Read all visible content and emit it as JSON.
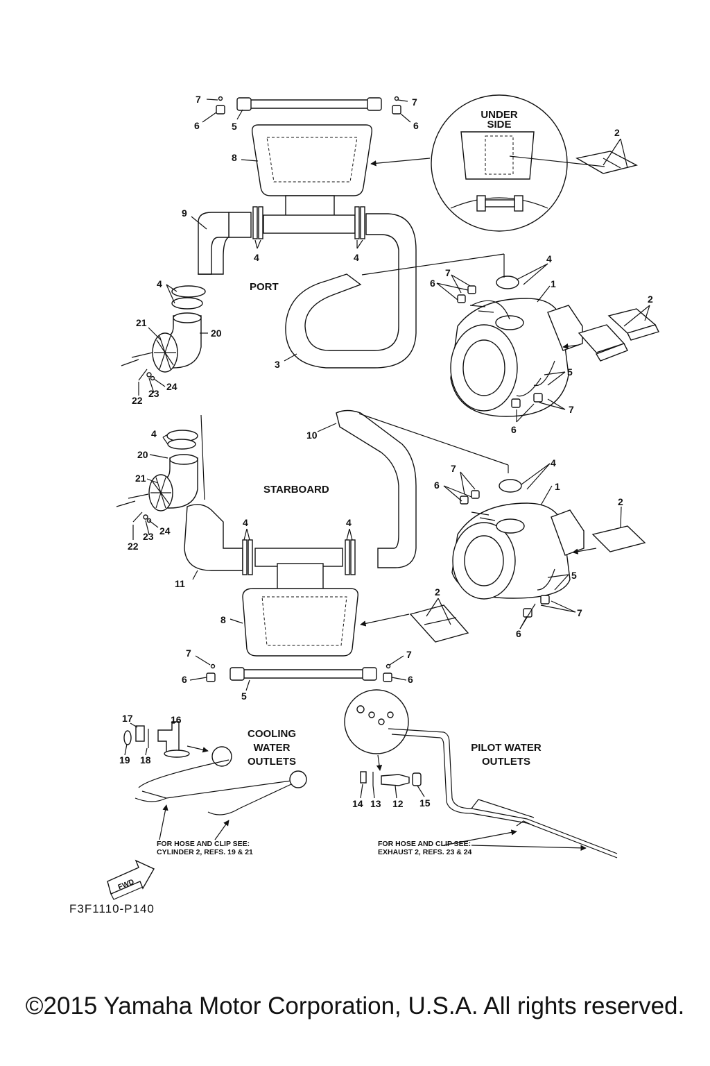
{
  "sections": {
    "under_side": "UNDER\nSIDE",
    "port": "PORT",
    "starboard": "STARBOARD",
    "cooling_water_outlets": "COOLING\nWATER\nOUTLETS",
    "pilot_water_outlets": "PILOT WATER\nOUTLETS",
    "fwd": "FWD"
  },
  "notes": {
    "cooling_hose": "FOR HOSE AND CLIP SEE:\nCYLINDER 2, REFS. 19 & 21",
    "pilot_hose": "FOR HOSE AND CLIP SEE:\nEXHAUST 2, REFS. 23 & 24"
  },
  "drawing_code": "F3F1110-P140",
  "copyright": "©2015 Yamaha Motor Corporation, U.S.A. All rights reserved.",
  "callouts": [
    {
      "id": "c7a",
      "text": "7"
    },
    {
      "id": "c6a",
      "text": "6"
    },
    {
      "id": "c5a",
      "text": "5"
    },
    {
      "id": "c7b",
      "text": "7"
    },
    {
      "id": "c6b",
      "text": "6"
    },
    {
      "id": "c8a",
      "text": "8"
    },
    {
      "id": "c2a",
      "text": "2"
    },
    {
      "id": "c9",
      "text": "9"
    },
    {
      "id": "c4a",
      "text": "4"
    },
    {
      "id": "c4b",
      "text": "4"
    },
    {
      "id": "c4c",
      "text": "4"
    },
    {
      "id": "c1a",
      "text": "1"
    },
    {
      "id": "c7c",
      "text": "7"
    },
    {
      "id": "c6c",
      "text": "6"
    },
    {
      "id": "c2b",
      "text": "2"
    },
    {
      "id": "c4d",
      "text": "4"
    },
    {
      "id": "c21a",
      "text": "21"
    },
    {
      "id": "c20a",
      "text": "20"
    },
    {
      "id": "c3",
      "text": "3"
    },
    {
      "id": "c5b",
      "text": "5"
    },
    {
      "id": "c24a",
      "text": "24"
    },
    {
      "id": "c23a",
      "text": "23"
    },
    {
      "id": "c22a",
      "text": "22"
    },
    {
      "id": "c7d",
      "text": "7"
    },
    {
      "id": "c6d",
      "text": "6"
    },
    {
      "id": "c4e",
      "text": "4"
    },
    {
      "id": "c10",
      "text": "10"
    },
    {
      "id": "c20b",
      "text": "20"
    },
    {
      "id": "c7e",
      "text": "7"
    },
    {
      "id": "c4f",
      "text": "4"
    },
    {
      "id": "c21b",
      "text": "21"
    },
    {
      "id": "c6e",
      "text": "6"
    },
    {
      "id": "c1b",
      "text": "1"
    },
    {
      "id": "c2c",
      "text": "2"
    },
    {
      "id": "c24b",
      "text": "24"
    },
    {
      "id": "c23b",
      "text": "23"
    },
    {
      "id": "c22b",
      "text": "22"
    },
    {
      "id": "c4g",
      "text": "4"
    },
    {
      "id": "c4h",
      "text": "4"
    },
    {
      "id": "c11",
      "text": "11"
    },
    {
      "id": "c5c",
      "text": "5"
    },
    {
      "id": "c2d",
      "text": "2"
    },
    {
      "id": "c7f",
      "text": "7"
    },
    {
      "id": "c8b",
      "text": "8"
    },
    {
      "id": "c6f",
      "text": "6"
    },
    {
      "id": "c7g",
      "text": "7"
    },
    {
      "id": "c7h",
      "text": "7"
    },
    {
      "id": "c6g",
      "text": "6"
    },
    {
      "id": "c6h",
      "text": "6"
    },
    {
      "id": "c5d",
      "text": "5"
    },
    {
      "id": "c17",
      "text": "17"
    },
    {
      "id": "c16",
      "text": "16"
    },
    {
      "id": "c19",
      "text": "19"
    },
    {
      "id": "c18",
      "text": "18"
    },
    {
      "id": "c14",
      "text": "14"
    },
    {
      "id": "c13",
      "text": "13"
    },
    {
      "id": "c12",
      "text": "12"
    },
    {
      "id": "c15",
      "text": "15"
    }
  ]
}
